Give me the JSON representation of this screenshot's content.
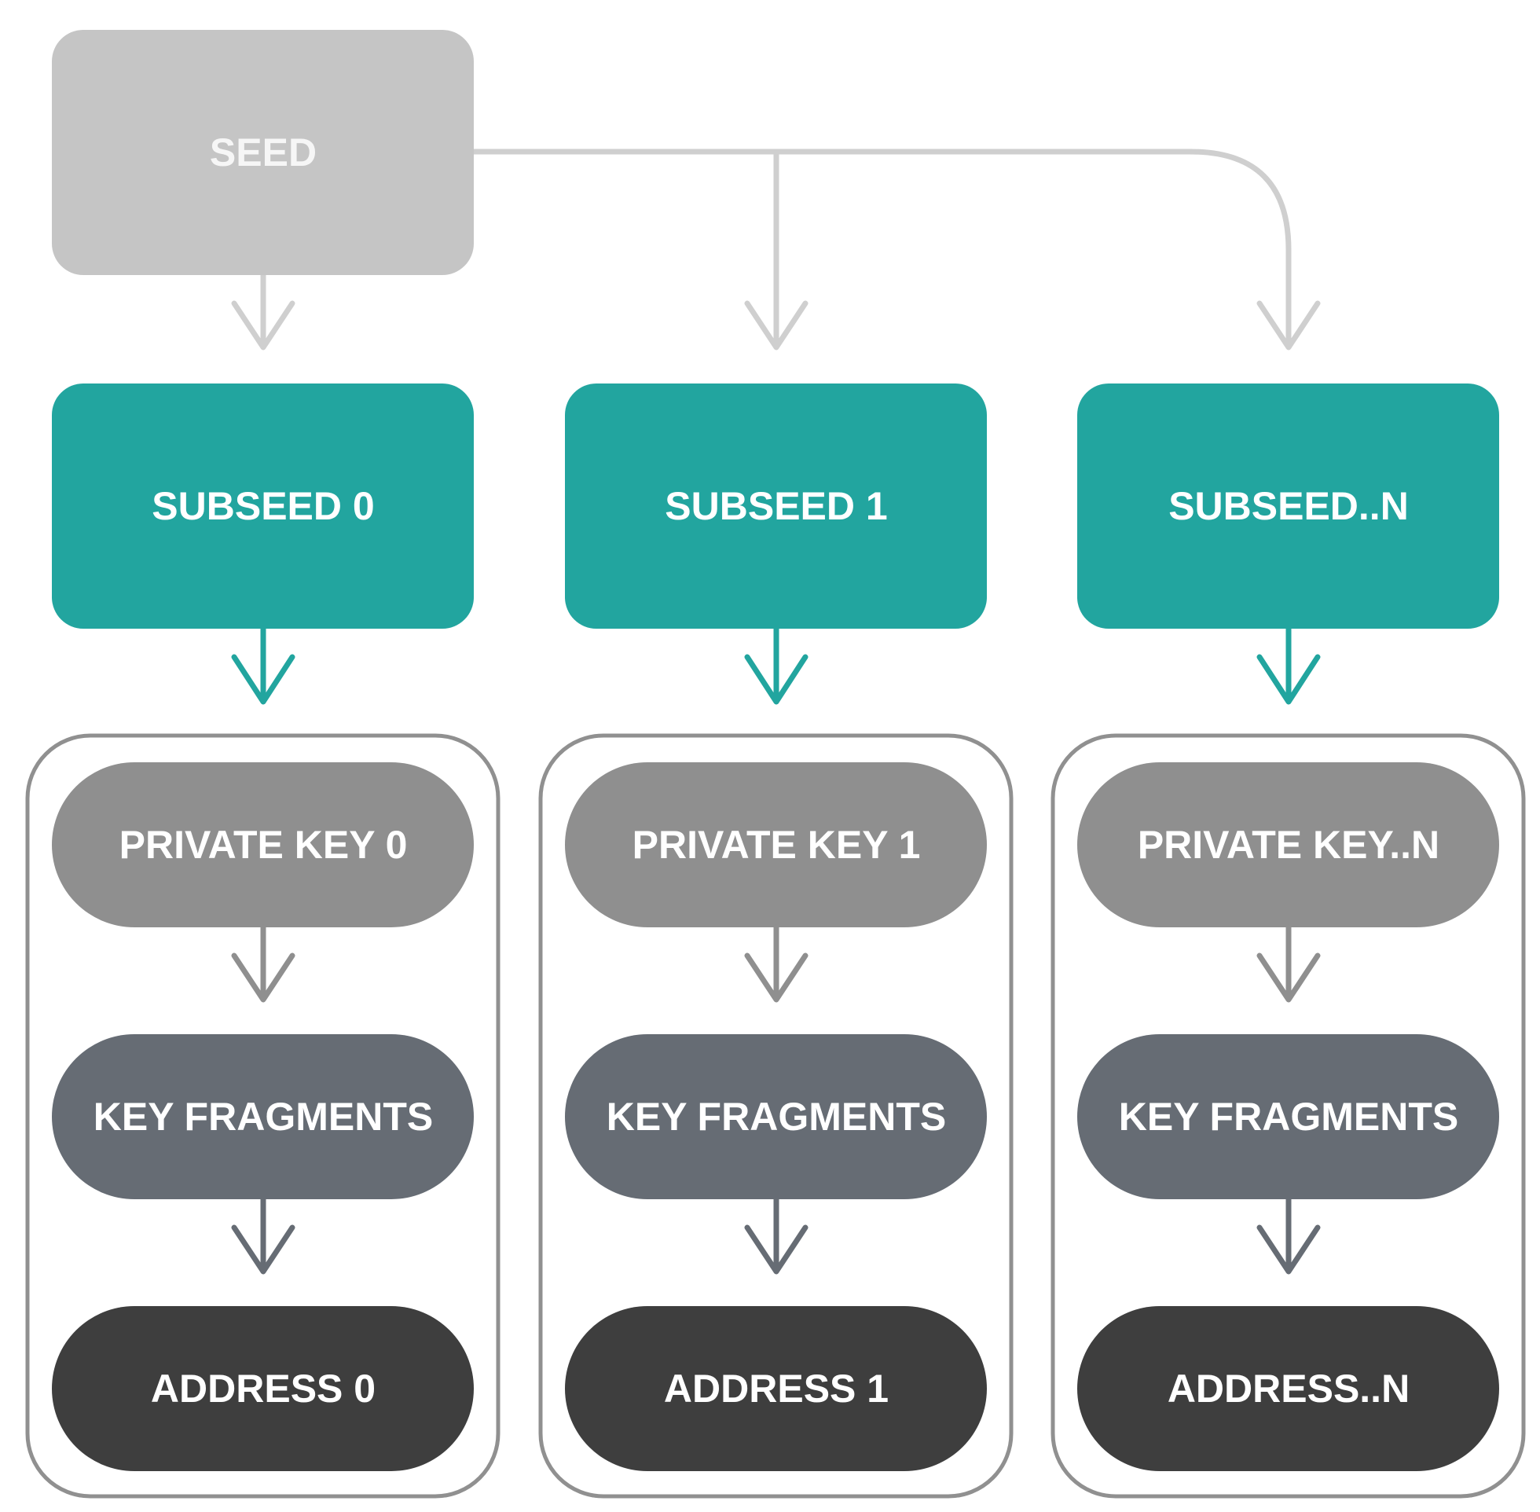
{
  "seed": {
    "label": "SEED"
  },
  "columns": [
    {
      "subseed": "SUBSEED 0",
      "private_key": "PRIVATE KEY 0",
      "key_fragments": "KEY FRAGMENTS",
      "address": "ADDRESS 0"
    },
    {
      "subseed": "SUBSEED 1",
      "private_key": "PRIVATE KEY 1",
      "key_fragments": "KEY FRAGMENTS",
      "address": "ADDRESS 1"
    },
    {
      "subseed": "SUBSEED..N",
      "private_key": "PRIVATE KEY..N",
      "key_fragments": "KEY FRAGMENTS",
      "address": "ADDRESS..N"
    }
  ],
  "colors": {
    "seed_box": "#c5c5c5",
    "seed_connector": "#cfcfcf",
    "subseed_box": "#22a59f",
    "private_key_pill": "#8f8f8f",
    "private_key_arrow": "#8f8f8f",
    "key_fragments_pill": "#666c74",
    "key_fragments_arrow": "#666c74",
    "address_pill": "#3e3e3e",
    "group_border": "#909090"
  }
}
